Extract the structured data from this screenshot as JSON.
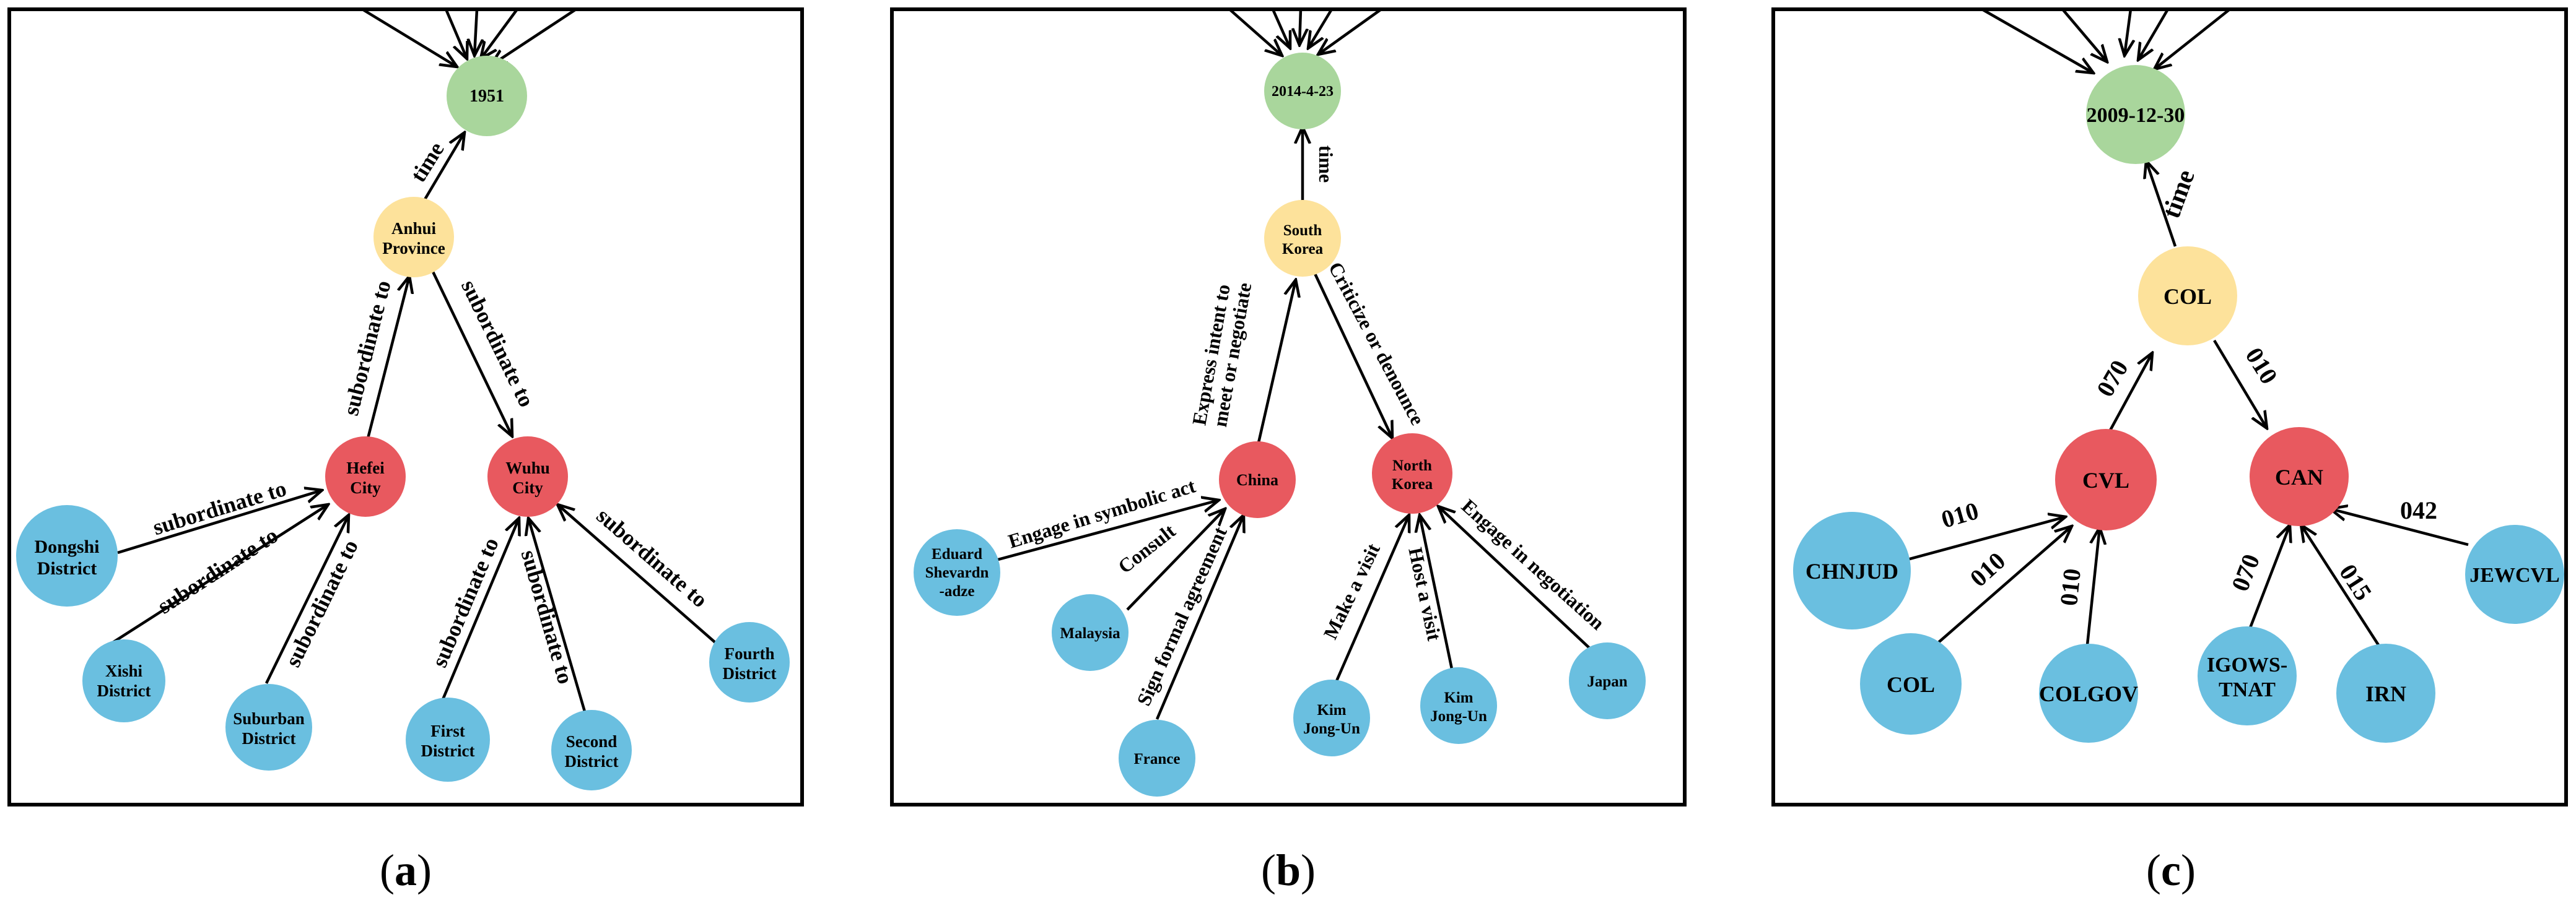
{
  "colors": {
    "time": "#a9d69c",
    "top": "#fde29b",
    "mid": "#e8595f",
    "leaf": "#6abfe0"
  },
  "panels": [
    {
      "caption_letter": "a",
      "nodes": {
        "time": "1951",
        "anhui": "Anhui Province",
        "hefei": "Hefei City",
        "wuhu": "Wuhu City",
        "dongshi": "Dongshi District",
        "xishi": "Xishi District",
        "suburban": "Suburban District",
        "first": "First District",
        "second": "Second District",
        "fourth": "Fourth District"
      },
      "edges": {
        "time": "time",
        "hefei_anhui": "subordinate to",
        "anhui_wuhu": "subordinate to",
        "dongshi_hefei": "subordinate to",
        "xishi_hefei": "subordinate to",
        "suburban_hefei": "subordinate to",
        "first_wuhu": "subordinate to",
        "second_wuhu": "subordinate to",
        "fourth_wuhu": "subordinate to"
      }
    },
    {
      "caption_letter": "b",
      "nodes": {
        "time": "2014-4-23",
        "south": "South Korea",
        "china": "China",
        "north": "North Korea",
        "eduard": "Eduard Shevardn -adze",
        "malaysia": "Malaysia",
        "france": "France",
        "kim1": "Kim Jong-Un",
        "kim2": "Kim Jong-Un",
        "japan": "Japan"
      },
      "edges": {
        "time": "time",
        "china_south_1": "Express intent to",
        "china_south_2": "meet or negotiate",
        "south_north": "Criticize or denounce",
        "eduard_china": "Engage in symbolic act",
        "malaysia_china": "Consult",
        "france_china": "Sign formal agreement",
        "kim1_north": "Make a visit",
        "kim2_north": "Host a visit",
        "japan_north": "Engage in negotiation"
      }
    },
    {
      "caption_letter": "c",
      "nodes": {
        "time": "2009-12-30",
        "col_top": "COL",
        "cvl": "CVL",
        "can": "CAN",
        "chnjud": "CHNJUD",
        "col": "COL",
        "colgov": "COLGOV",
        "igows": "IGOWS- TNAT",
        "irn": "IRN",
        "jewcvl": "JEWCVL"
      },
      "edges": {
        "time": "time",
        "cvl_col": "070",
        "col_can": "010",
        "chnjud_cvl": "010",
        "col_cvl": "010",
        "colgov_cvl": "010",
        "igows_can": "070",
        "irn_can": "015",
        "jewcvl_can": "042"
      }
    }
  ]
}
